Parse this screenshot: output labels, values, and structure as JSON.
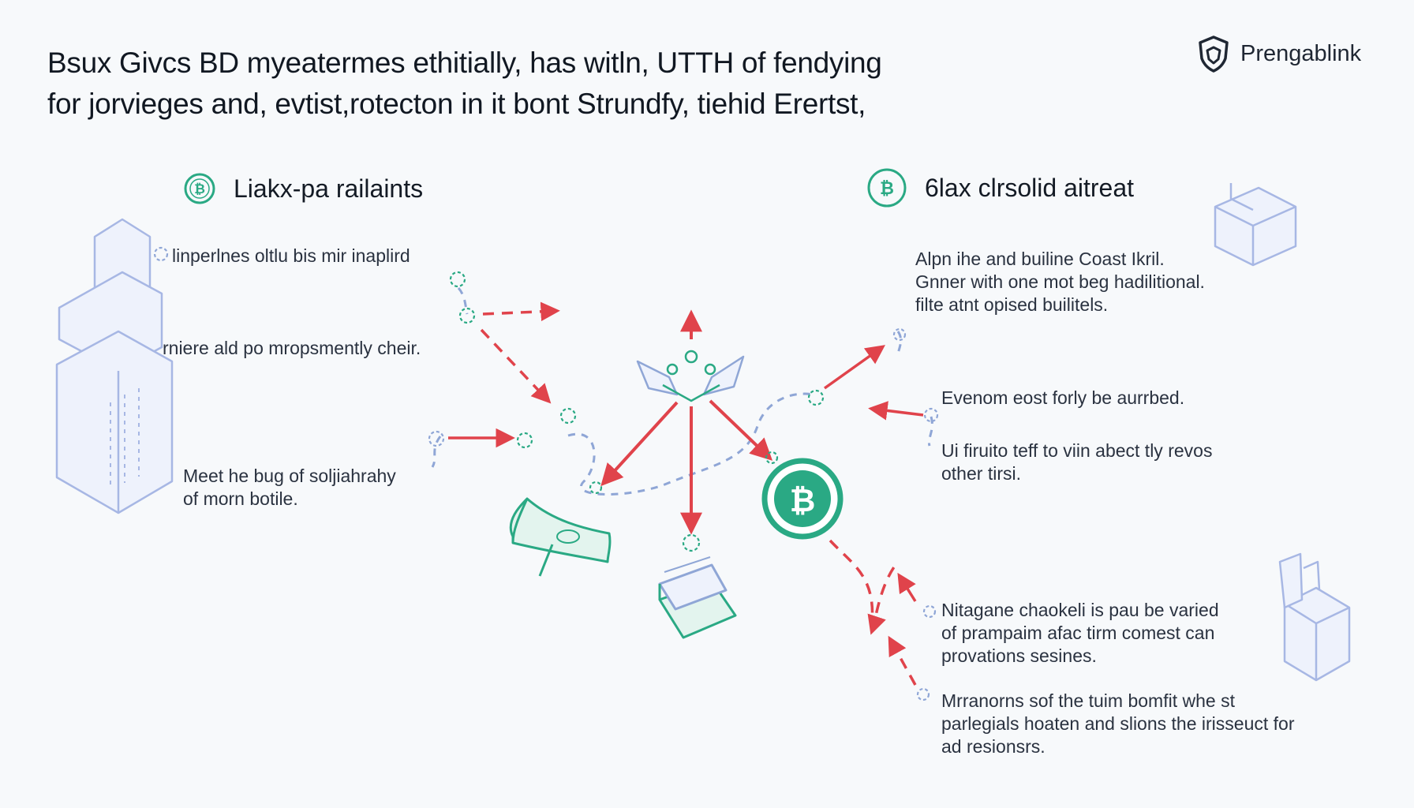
{
  "header": {
    "title_line1": "Bsux Givcs BD myeatermes ethitially, has witln, UTTH of fendying",
    "title_line2": "for jorvieges and, evtist,rotecton in it bont Strundfy, tiehid Erertst,",
    "brand_name": "Prengablink"
  },
  "left_section": {
    "title": "Liakx-pa railaints",
    "notes": [
      "linperlnes oltlu bis mir inaplird",
      "rniere ald po mropsmently cheir.",
      "Meet he bug of soljiahrahy\nof morn botile."
    ]
  },
  "right_section": {
    "title": "6lax clrsolid aitreat",
    "notes": [
      "Alpn ihe and builine Coast Ikril.\nGnner with one mot beg hadilitional.\nfilte atnt opised builitels.",
      "Evenom eost forly be aurrbed.",
      "Ui firuito teff to viin abect tly revos\nother tirsi.",
      "Nitagane chaokeli is pau be varied\nof prampaim afac tirm comest can\nprovations sesines.",
      "Mrranorns sof the tuim bomfit whe st\nparlegials hoaten and slions the irisseuct for\nad resionsrs."
    ]
  },
  "colors": {
    "teal": "#2aa984",
    "red": "#e0434b",
    "line_blue": "#8fa6d6",
    "icon_stroke": "#a7b7e4",
    "icon_fill": "#eef2fc"
  },
  "icons": [
    "shield-logo-icon",
    "bitcoin-icon",
    "building-icon",
    "box-icon",
    "shopping-bag-icon",
    "cash-icon",
    "wallet-icon",
    "hub-icon"
  ]
}
